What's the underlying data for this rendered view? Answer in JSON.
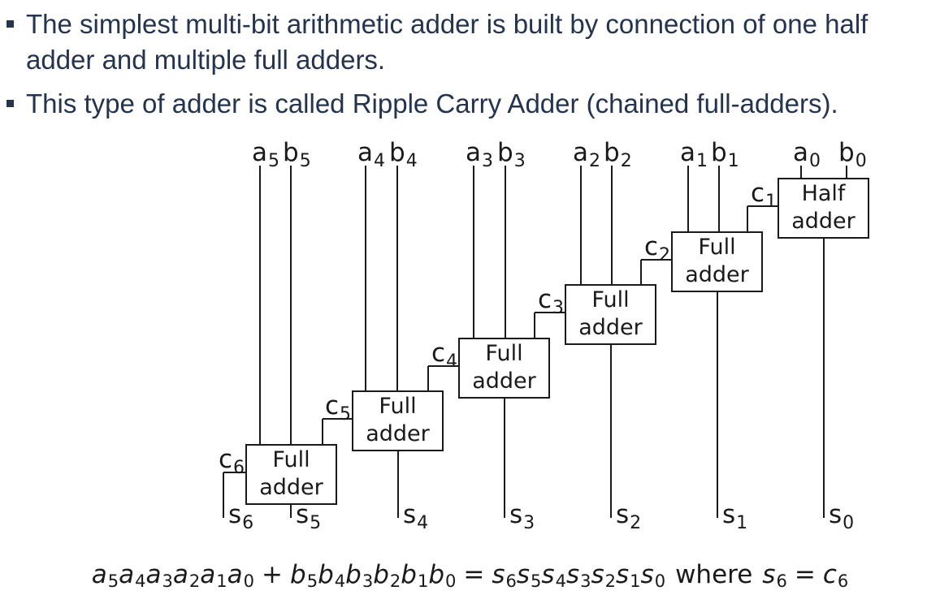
{
  "slide": {
    "bullets": [
      {
        "lines": [
          "The simplest multi-bit arithmetic adder is built by connection of one half",
          "adder and multiple full adders."
        ]
      },
      {
        "lines": [
          "This type of adder is called Ripple Carry Adder (chained full-adders)."
        ]
      }
    ]
  },
  "diagram": {
    "colors": {
      "bullet_text": "#24344E",
      "line": "#1a1a1a"
    },
    "inputs": [
      {
        "base": "a",
        "sub": "5"
      },
      {
        "base": "b",
        "sub": "5"
      },
      {
        "base": "a",
        "sub": "4"
      },
      {
        "base": "b",
        "sub": "4"
      },
      {
        "base": "a",
        "sub": "3"
      },
      {
        "base": "b",
        "sub": "3"
      },
      {
        "base": "a",
        "sub": "2"
      },
      {
        "base": "b",
        "sub": "2"
      },
      {
        "base": "a",
        "sub": "1"
      },
      {
        "base": "b",
        "sub": "1"
      },
      {
        "base": "a",
        "sub": "0"
      },
      {
        "base": "b",
        "sub": "0"
      }
    ],
    "boxes": [
      {
        "line1": "Half",
        "line2": "adder"
      },
      {
        "line1": "Full",
        "line2": "adder"
      },
      {
        "line1": "Full",
        "line2": "adder"
      },
      {
        "line1": "Full",
        "line2": "adder"
      },
      {
        "line1": "Full",
        "line2": "adder"
      },
      {
        "line1": "Full",
        "line2": "adder"
      }
    ],
    "carries": [
      {
        "base": "c",
        "sub": "1"
      },
      {
        "base": "c",
        "sub": "2"
      },
      {
        "base": "c",
        "sub": "3"
      },
      {
        "base": "c",
        "sub": "4"
      },
      {
        "base": "c",
        "sub": "5"
      },
      {
        "base": "c",
        "sub": "6"
      }
    ],
    "sums": [
      {
        "base": "s",
        "sub": "6"
      },
      {
        "base": "s",
        "sub": "5"
      },
      {
        "base": "s",
        "sub": "4"
      },
      {
        "base": "s",
        "sub": "3"
      },
      {
        "base": "s",
        "sub": "2"
      },
      {
        "base": "s",
        "sub": "1"
      },
      {
        "base": "s",
        "sub": "0"
      }
    ]
  },
  "formula": {
    "tokens": [
      {
        "base": "a",
        "sub": "5"
      },
      {
        "base": "a",
        "sub": "4"
      },
      {
        "base": "a",
        "sub": "3"
      },
      {
        "base": "a",
        "sub": "2"
      },
      {
        "base": "a",
        "sub": "1"
      },
      {
        "base": "a",
        "sub": "0"
      },
      {
        "op": "+"
      },
      {
        "base": "b",
        "sub": "5"
      },
      {
        "base": "b",
        "sub": "4"
      },
      {
        "base": "b",
        "sub": "3"
      },
      {
        "base": "b",
        "sub": "2"
      },
      {
        "base": "b",
        "sub": "1"
      },
      {
        "base": "b",
        "sub": "0"
      },
      {
        "op": "="
      },
      {
        "base": "s",
        "sub": "6"
      },
      {
        "base": "s",
        "sub": "5"
      },
      {
        "base": "s",
        "sub": "4"
      },
      {
        "base": "s",
        "sub": "3"
      },
      {
        "base": "s",
        "sub": "2"
      },
      {
        "base": "s",
        "sub": "1"
      },
      {
        "base": "s",
        "sub": "0"
      },
      {
        "word": "where"
      },
      {
        "base": "s",
        "sub": "6"
      },
      {
        "op": "="
      },
      {
        "base": "c",
        "sub": "6"
      }
    ]
  }
}
